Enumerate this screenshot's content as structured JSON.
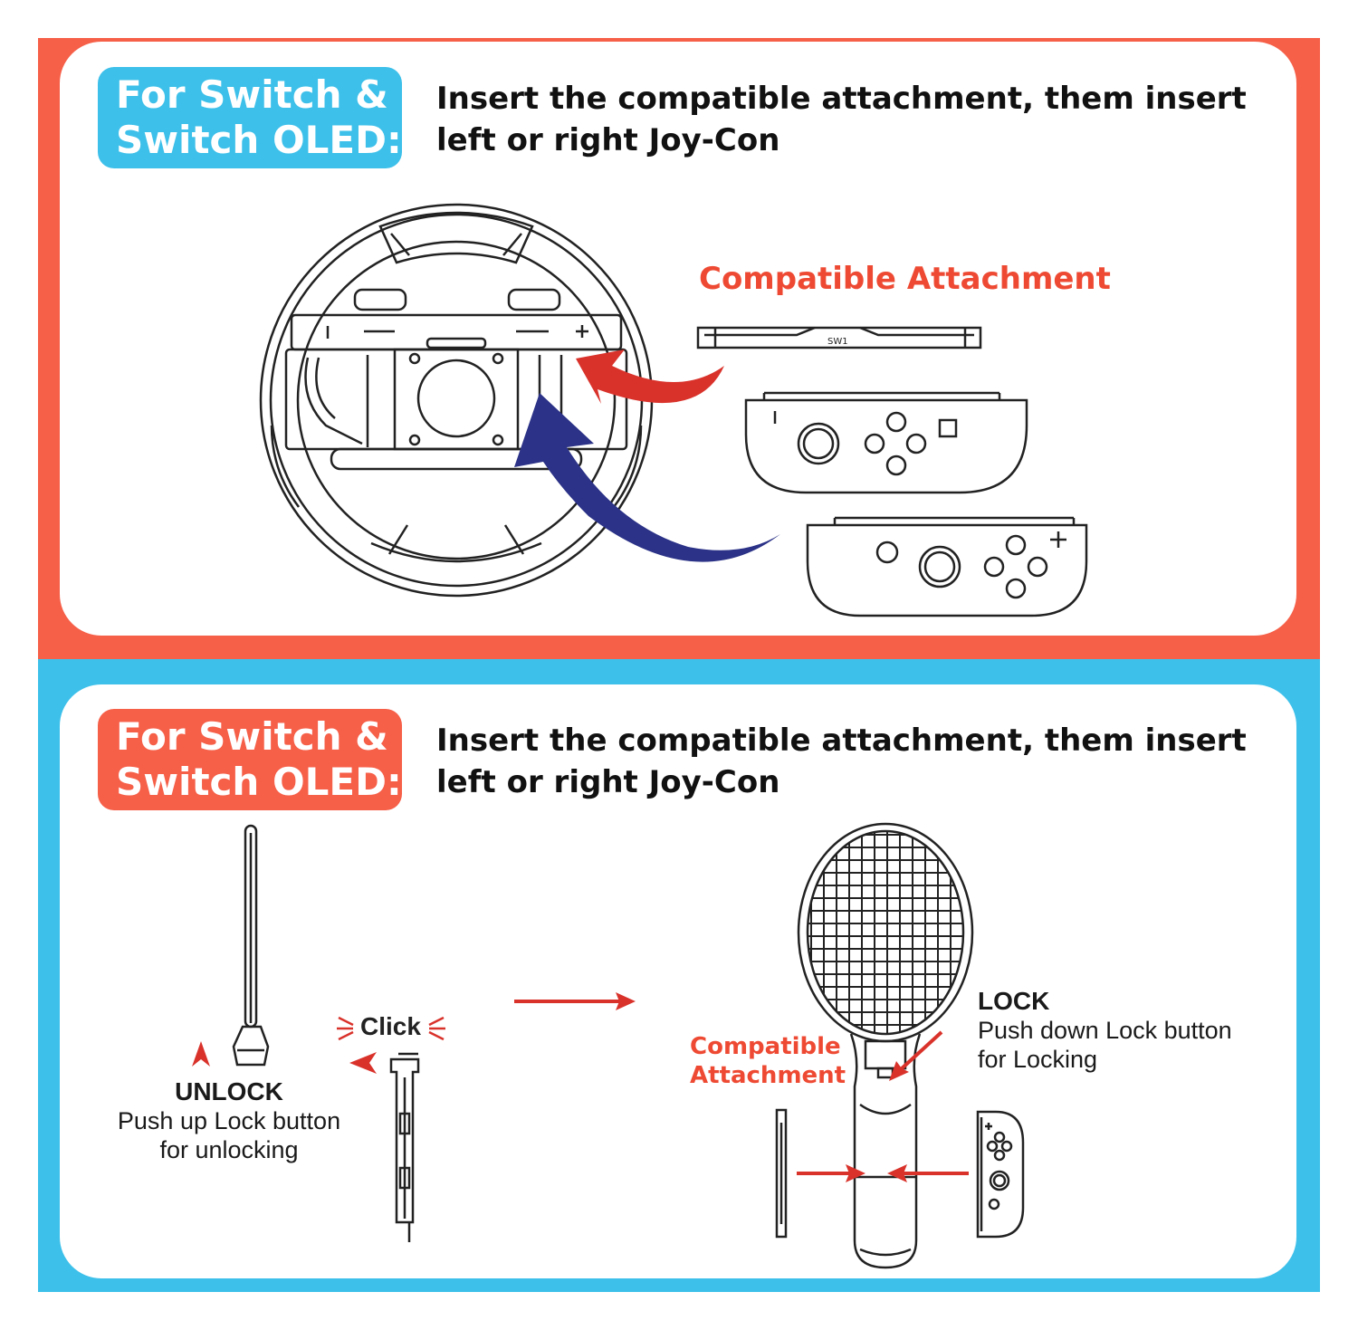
{
  "colors": {
    "red": "#f65f48",
    "blue": "#3dc0ea",
    "arrow_red": "#d9322b",
    "arrow_navy": "#2b3287",
    "line": "#222222"
  },
  "top_section": {
    "badge": {
      "line1": "For Switch &",
      "line2": "Switch OLED:"
    },
    "instruction": {
      "line1": "Insert the compatible attachment, them insert",
      "line2": "left or right Joy-Con"
    },
    "attachment_label": "Compatible Attachment",
    "attachment_plate_text": "SW1",
    "icons": [
      "steering-wheel-icon",
      "left-joycon-icon",
      "right-joycon-icon",
      "curved-arrow-icon"
    ]
  },
  "bottom_section": {
    "badge": {
      "line1": "For Switch &",
      "line2": "Switch OLED:"
    },
    "instruction": {
      "line1": "Insert the compatible attachment, them insert",
      "line2": "left or right Joy-Con"
    },
    "click_label": "Click",
    "unlock": {
      "title": "UNLOCK",
      "line1": "Push up Lock button",
      "line2": "for unlocking"
    },
    "lock": {
      "title": "LOCK",
      "line1": "Push down Lock button",
      "line2": "for Locking"
    },
    "attachment_label": {
      "line1": "Compatible",
      "line2": "Attachment"
    },
    "icons": [
      "tennis-racket-icon",
      "lock-stick-icon",
      "joycon-icon",
      "arrow-icon"
    ]
  }
}
